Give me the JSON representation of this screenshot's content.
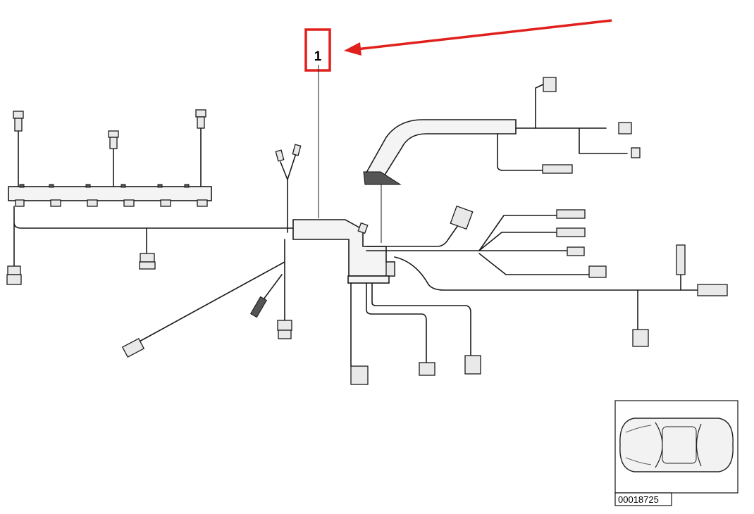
{
  "diagram": {
    "callout_label": "1",
    "reference_number": "00018725",
    "highlight_color": "#e0201c",
    "icons": [
      "wiring-harness",
      "car-top-view-icon",
      "arrow-icon"
    ]
  }
}
